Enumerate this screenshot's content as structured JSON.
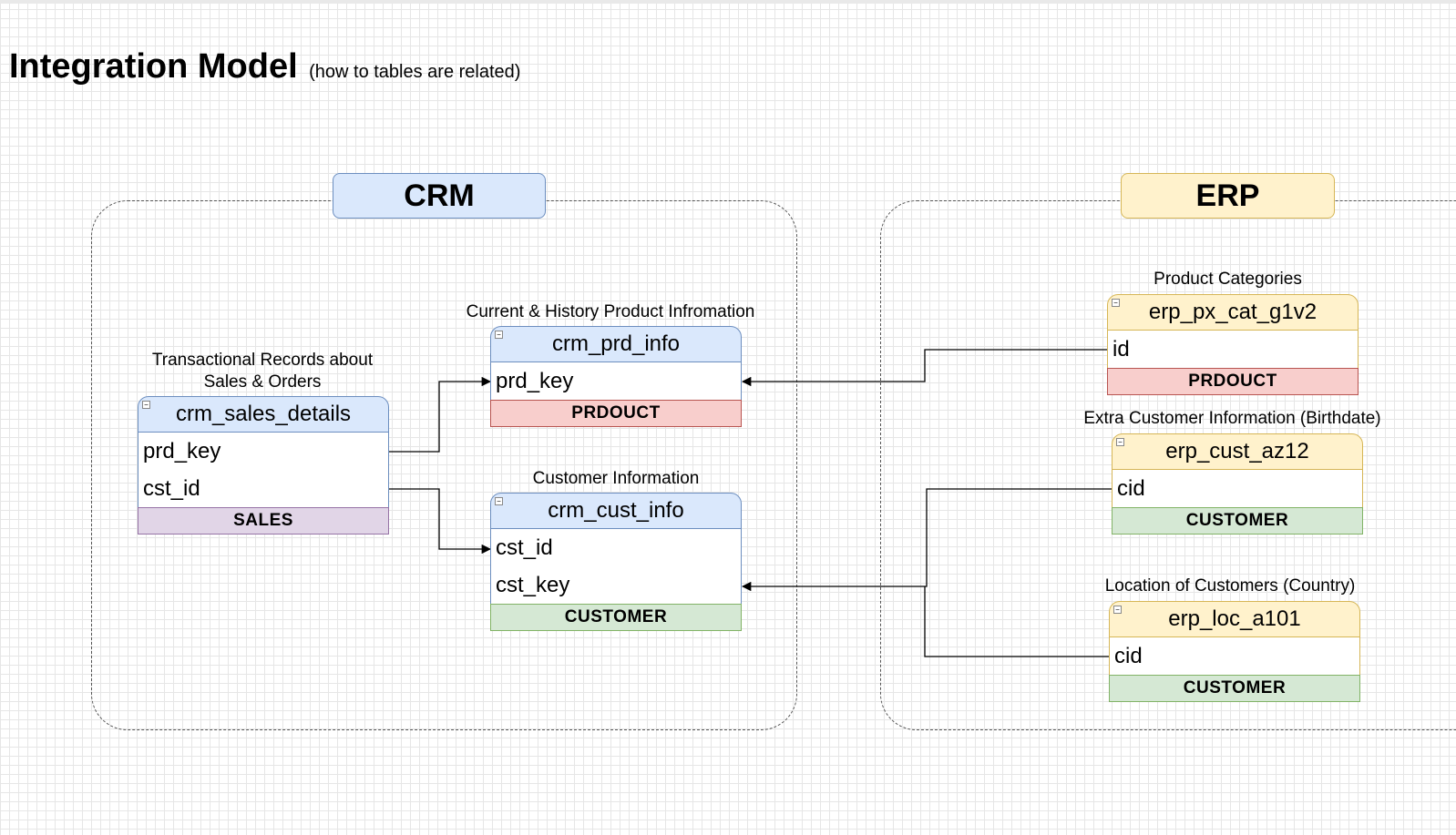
{
  "title": "Integration Model",
  "subtitle": "(how to tables are related)",
  "groups": {
    "crm": {
      "label": "CRM"
    },
    "erp": {
      "label": "ERP"
    }
  },
  "tables": {
    "crm_sales_details": {
      "caption": "Transactional Records about Sales & Orders",
      "name": "crm_sales_details",
      "fields": [
        "prd_key",
        "cst_id"
      ],
      "tag": "SALES"
    },
    "crm_prd_info": {
      "caption": "Current & History Product Infromation",
      "name": "crm_prd_info",
      "fields": [
        "prd_key"
      ],
      "tag": "PRDOUCT"
    },
    "crm_cust_info": {
      "caption": "Customer Information",
      "name": "crm_cust_info",
      "fields": [
        "cst_id",
        "cst_key"
      ],
      "tag": "CUSTOMER"
    },
    "erp_px_cat_g1v2": {
      "caption": "Product Categories",
      "name": "erp_px_cat_g1v2",
      "fields": [
        "id"
      ],
      "tag": "PRDOUCT"
    },
    "erp_cust_az12": {
      "caption": "Extra Customer Information (Birthdate)",
      "name": "erp_cust_az12",
      "fields": [
        "cid"
      ],
      "tag": "CUSTOMER"
    },
    "erp_loc_a101": {
      "caption": "Location of Customers (Country)",
      "name": "erp_loc_a101",
      "fields": [
        "cid"
      ],
      "tag": "CUSTOMER"
    }
  },
  "colors": {
    "crm_fill": "#dae8fc",
    "erp_fill": "#fff2cc",
    "sales_tag": "#e1d5e7",
    "product_tag": "#f8cecc",
    "customer_tag": "#d5e8d4"
  },
  "icons": {
    "collapse": "minus-collapse-icon"
  }
}
